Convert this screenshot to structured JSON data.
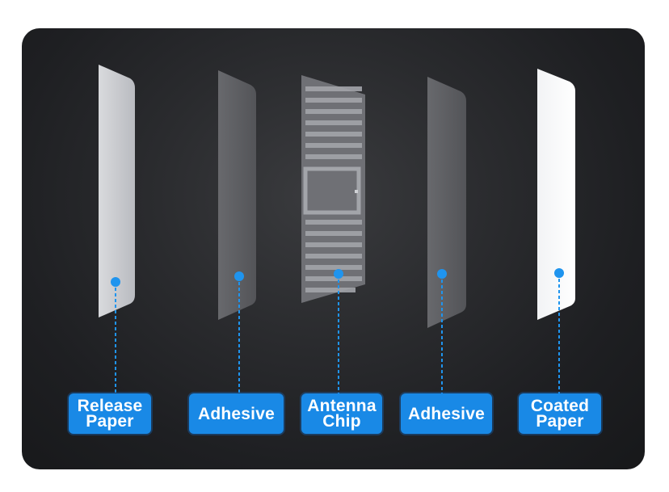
{
  "colors": {
    "accent": "#1989e6",
    "panel_background": "#232427"
  },
  "layers": [
    {
      "id": "release-paper",
      "label_lines": [
        "Release",
        "Paper"
      ]
    },
    {
      "id": "adhesive-1",
      "label_lines": [
        "Adhesive"
      ]
    },
    {
      "id": "antenna-chip",
      "label_lines": [
        "Antenna",
        "Chip"
      ]
    },
    {
      "id": "adhesive-2",
      "label_lines": [
        "Adhesive"
      ]
    },
    {
      "id": "coated-paper",
      "label_lines": [
        "Coated",
        "Paper"
      ]
    }
  ]
}
